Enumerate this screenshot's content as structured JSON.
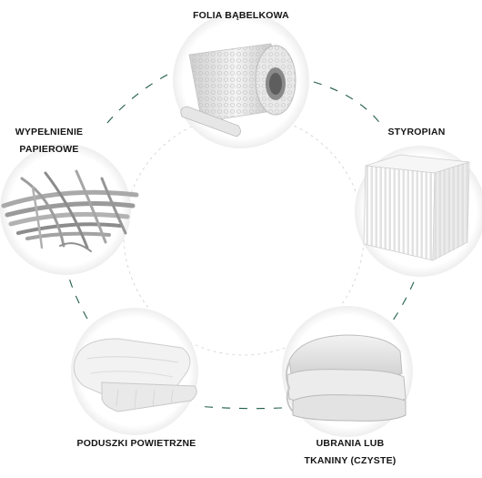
{
  "items": {
    "folia": {
      "line1": "FOLIA BĄBELKOWA",
      "icon": "bubble-wrap-roll-icon"
    },
    "styropian": {
      "line1": "STYROPIAN",
      "icon": "styrofoam-block-icon"
    },
    "wypelnienie": {
      "line1": "WYPEŁNIENIE",
      "line2": "PAPIEROWE",
      "icon": "paper-fill-icon"
    },
    "poduszki": {
      "line1": "PODUSZKI POWIETRZNE",
      "icon": "air-cushions-icon"
    },
    "ubrania": {
      "line1": "UBRANIA LUB",
      "line2": "TKANINY (CZYSTE)",
      "icon": "folded-towel-icon"
    }
  },
  "colors": {
    "connector": "#1f5c45",
    "inner_ring": "#d0d0d0",
    "text": "#151515"
  }
}
